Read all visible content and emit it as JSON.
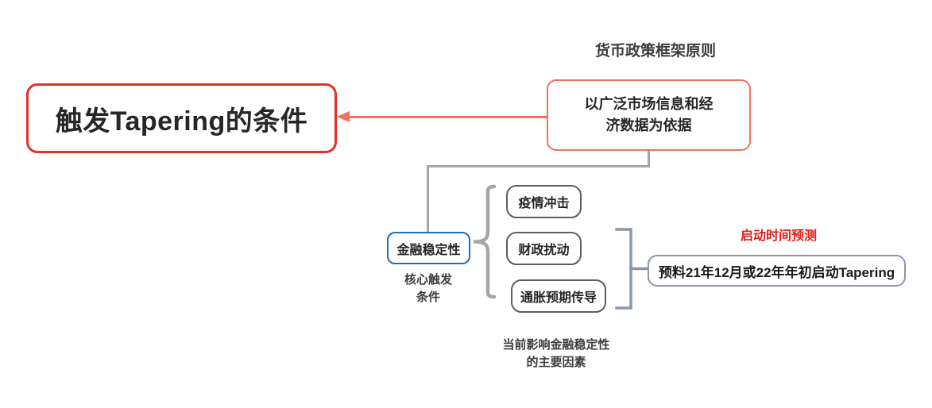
{
  "diagram": {
    "type": "mindmap",
    "root": {
      "label": "触发Tapering的条件",
      "border_color": "#E23028"
    },
    "policy_branch": {
      "heading": "货币政策框架原则",
      "node_line1": "以广泛市场信息和经",
      "node_line2": "济数据为依据",
      "border_color": "#F2705E",
      "connector_color": "#F2705E"
    },
    "stability_branch": {
      "node_label": "金融稳定性",
      "node_border_color": "#1F6FB2",
      "caption_line1": "核心触发",
      "caption_line2": "条件",
      "connector_color": "#A6A6A6"
    },
    "factors": {
      "items": [
        {
          "label": "疫情冲击"
        },
        {
          "label": "财政扰动"
        },
        {
          "label": "通胀预期传导"
        }
      ],
      "border_color": "#5E5E5E",
      "brace_color": "#A6A6A6",
      "caption_line1": "当前影响金融稳定性",
      "caption_line2": "的主要因素"
    },
    "forecast": {
      "label": "启动时间预测",
      "label_color": "#E41B17",
      "node_label": "预料21年12月或22年年初启动Tapering",
      "node_border_color": "#8C96AA",
      "bracket_color": "#8C96AA"
    }
  }
}
